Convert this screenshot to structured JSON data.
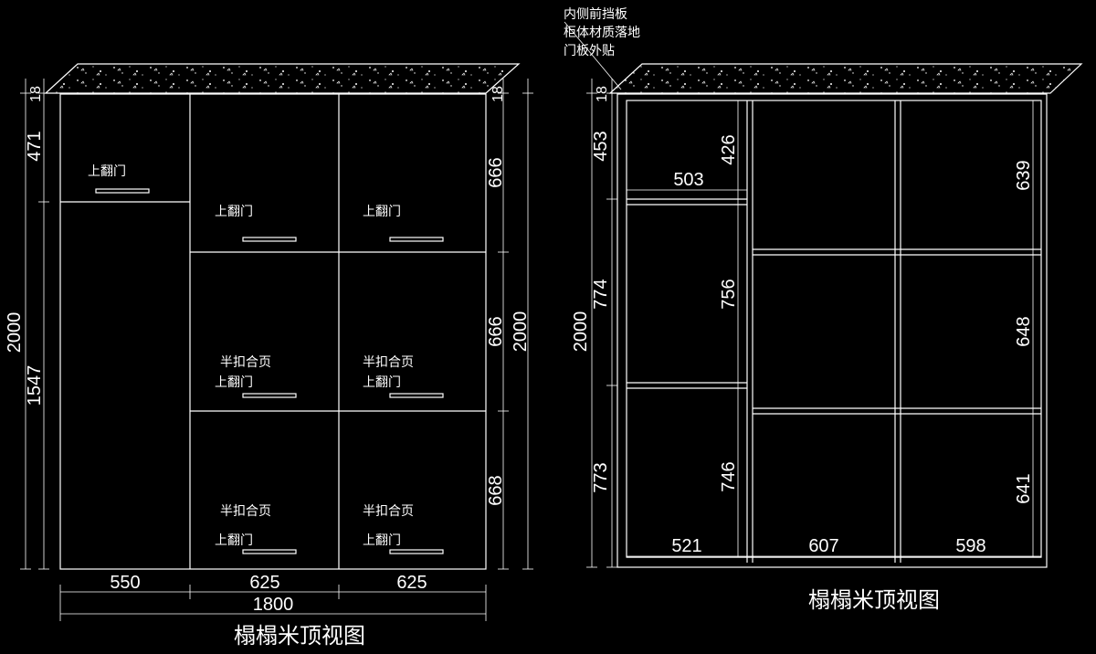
{
  "left_view": {
    "title": "榻榻米顶视图",
    "labels": {
      "flip_door": "上翻门",
      "half_hinge": "半扣合页"
    },
    "dims": {
      "top_thickness_left": "18",
      "top_thickness_right": "18",
      "total_height_left": "2000",
      "total_height_right": "2000",
      "left_top_panel": "471",
      "left_lower_panel": "1547",
      "right_row1": "666",
      "right_row2": "666",
      "right_row3": "668",
      "col1_width": "550",
      "col2_width": "625",
      "col3_width": "625",
      "total_width": "1800"
    }
  },
  "right_view": {
    "title": "榻榻米顶视图",
    "notes": [
      "内侧前挡板",
      "柜体材质落地",
      "门板外贴"
    ],
    "dims": {
      "top_thickness": "18",
      "total_height": "2000",
      "left_outer_top": "453",
      "left_outer_mid": "774",
      "left_outer_bot": "773",
      "left_inner_top": "426",
      "left_inner_mid": "756",
      "left_inner_bot": "746",
      "top_shelf_width": "503",
      "right_row1": "639",
      "right_row2": "648",
      "right_row3": "641",
      "col1_width": "521",
      "col2_width": "607",
      "col3_width": "598"
    }
  }
}
